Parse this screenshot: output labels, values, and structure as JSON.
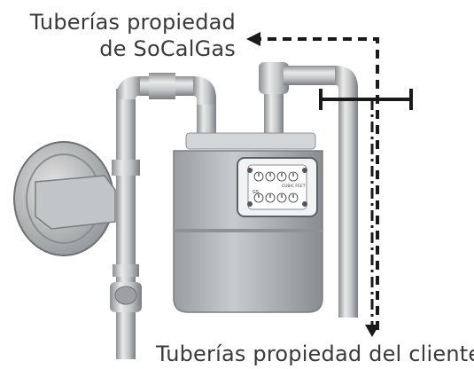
{
  "labels": {
    "utility_line1": "Tuberías propiedad",
    "utility_line2": "de SoCalGas",
    "customer": "Tuberías propiedad del cliente"
  },
  "meter": {
    "dial_text": "CUBIC FEET",
    "dial_side_text": "GS",
    "dial_count": 8
  },
  "colors": {
    "text": "#3a3a3a",
    "pipe": "#c9ccce",
    "pipe_dark": "#8e9193",
    "meter_body": "#b5b8ba",
    "marker": "#1a1a1a"
  }
}
